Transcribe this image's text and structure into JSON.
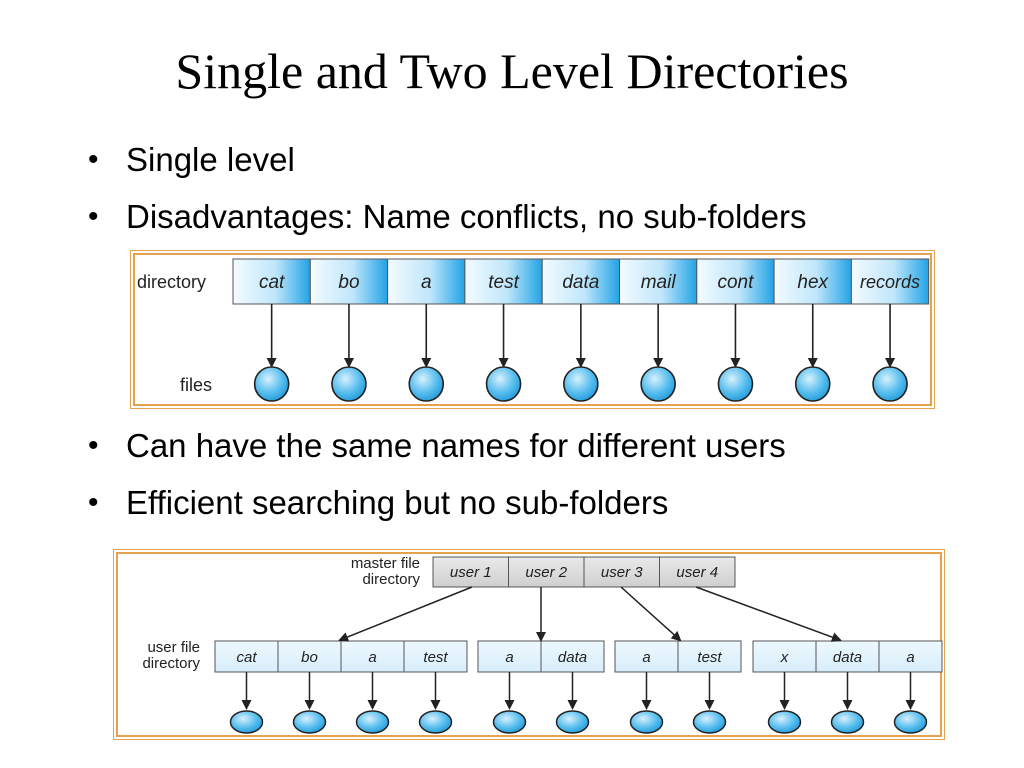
{
  "slide": {
    "title": "Single and Two Level Directories",
    "bullets_top": [
      "Single level",
      "Disadvantages: Name conflicts, no sub-folders"
    ],
    "bullets_bottom": [
      "Can have the same names for different users",
      "Efficient searching but no sub-folders"
    ],
    "bullet_char": "•"
  },
  "diagram1": {
    "directory_label": "directory",
    "files_label": "files",
    "entries": [
      "cat",
      "bo",
      "a",
      "test",
      "data",
      "mail",
      "cont",
      "hex",
      "records"
    ]
  },
  "diagram2": {
    "master_label_line1": "master file",
    "master_label_line2": "directory",
    "user_label_line1": "user file",
    "user_label_line2": "directory",
    "users": [
      "user 1",
      "user 2",
      "user 3",
      "user 4"
    ],
    "user_dirs": [
      [
        "cat",
        "bo",
        "a",
        "test"
      ],
      [
        "a",
        "data"
      ],
      [
        "a",
        "test"
      ],
      [
        "x",
        "data",
        "a"
      ]
    ]
  },
  "colors": {
    "frame_border": "#e6a14c",
    "cell_light": "#eaf6fd",
    "cell_accent": "#2aa7e8",
    "file_fill": "#3fb3ec",
    "master_cell": "#d6d6d6"
  }
}
